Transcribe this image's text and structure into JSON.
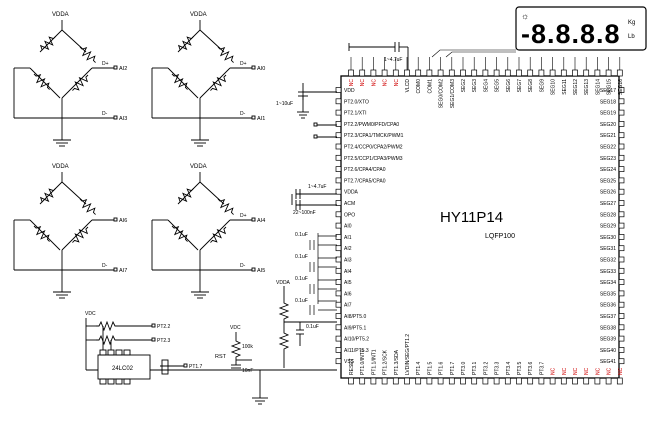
{
  "chip": {
    "name": "HY11P14",
    "package": "LQFP100"
  },
  "bridges": [
    {
      "vdd": "VDDA",
      "outputs": [
        "AI2",
        "AI3"
      ],
      "labels": [
        "D+",
        "D-"
      ]
    },
    {
      "vdd": "VDDA",
      "outputs": [
        "AI0",
        "AI1"
      ],
      "labels": [
        "D+",
        "D-"
      ]
    },
    {
      "vdd": "VDDA",
      "outputs": [
        "AI6",
        "AI7"
      ],
      "labels": [
        "D+",
        "D-"
      ]
    },
    {
      "vdd": "VDDA",
      "outputs": [
        "AI4",
        "AI5"
      ],
      "labels": [
        "D+",
        "D-"
      ]
    }
  ],
  "lcd": {
    "digits": "-8.8.8.8",
    "unit_top": "Kg",
    "unit_bottom": "Lb",
    "icon": "sun-icon"
  },
  "left_pins": [
    "VDD",
    "PT2.0/XTO",
    "PT2.1/XTI",
    "PT2.2/PWM0/PFD/CPA0",
    "PT2.3/CPA1/TMCK/PWM1",
    "PT2.4/CCP0/CPA2/PWM2",
    "PT2.5/CCP1/CPA3/PWM3",
    "PT2.6/CPA4/CPA0",
    "PT2.7/CPA5/CPA0",
    "VDDA",
    "ACM",
    "OPO",
    "AI0",
    "AI1",
    "AI2",
    "AI3",
    "AI4",
    "AI5",
    "AI6",
    "AI7",
    "AI8/PT5.0",
    "AI9/PT5.1",
    "AI10/PT5.2",
    "AI11/PT5.3",
    "VSS"
  ],
  "right_pins": [
    "SEG17",
    "SEG18",
    "SEG19",
    "SEG20",
    "SEG21",
    "SEG22",
    "SEG23",
    "SEG24",
    "SEG25",
    "SEG26",
    "SEG27",
    "SEG28",
    "SEG29",
    "SEG30",
    "SEG31",
    "SEG32",
    "SEG33",
    "SEG34",
    "SEG35",
    "SEG36",
    "SEG37",
    "SEG38",
    "SEG39",
    "SEG40",
    "SEG41"
  ],
  "top_pins": [
    "NC",
    "NC",
    "NC",
    "NC",
    "NC",
    "VLCD",
    "COM0",
    "COM1",
    "SEG0/COM2",
    "SEG1/COM3",
    "SEG2",
    "SEG3",
    "SEG4",
    "SEG5",
    "SEG6",
    "SEG7",
    "SEG8",
    "SEG9",
    "SEG10",
    "SEG11",
    "SEG12",
    "SEG13",
    "SEG14",
    "SEG15",
    "SEG16"
  ],
  "bottom_pins": [
    "RESET",
    "PT1.0/INT0",
    "PT1.1/INT1",
    "PT1.2/SCK",
    "PT1.3/SDA",
    "LVDIN/SEG/PT1.2",
    "PT1.4",
    "PT1.5",
    "PT1.6",
    "PT1.7",
    "PT3.0",
    "PT3.1",
    "PT3.2",
    "PT3.3",
    "PT3.4",
    "PT3.5",
    "PT3.6",
    "PT3.7",
    "NC",
    "NC",
    "NC",
    "NC",
    "NC",
    "NC",
    "NC"
  ],
  "components": {
    "cap_vlcd": "1~4.7uF",
    "cap_vdd": "1~10uF",
    "cap_acm": "1~4.7uF",
    "cap_vdda": "22~100nF",
    "cap_ai": "0.1uF",
    "cap_ai_stack": [
      "0.1uF",
      "0.1uF",
      "0.1uF",
      "0.1uF"
    ],
    "res_rst": "100k",
    "cap_rst": "10nF",
    "eeprom": "24LC02",
    "vdc": "VDC",
    "vdda_pot": "VDDA",
    "rst": "RST",
    "pt22": "PT2.2",
    "pt23": "PT2.3",
    "pt17": "PT1.7",
    "cap_pot": "0.1uF"
  }
}
